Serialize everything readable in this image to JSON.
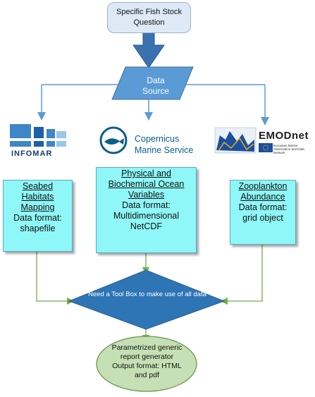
{
  "start": {
    "line1": "Specific Fish Stock",
    "line2": "Question"
  },
  "source": {
    "line1": "Data",
    "line2": "Source"
  },
  "logos": {
    "infomar": {
      "text": "INFOMAR",
      "colors": [
        "#3d86c7",
        "#1f5ea8",
        "#163d77"
      ]
    },
    "copernicus": {
      "line1": "Copernicus",
      "line2": "Marine Service",
      "color": "#0a5f8c"
    },
    "emodnet": {
      "title": "EMODnet",
      "subtitle": "European Marine Observation and Data Network",
      "color": "#1b4fa0"
    }
  },
  "boxes": [
    {
      "title": [
        "Seabed",
        "Habitats",
        "Mapping"
      ],
      "format": [
        "Data format:",
        "shapefile"
      ]
    },
    {
      "title": [
        "Physical and",
        "Biochemical Ocean",
        "Variables"
      ],
      "format": [
        "Data format:",
        "Multidimensional",
        "NetCDF"
      ]
    },
    {
      "title": [
        "Zooplankton",
        "Abundance"
      ],
      "format": [
        "Data format:",
        "grid object"
      ]
    }
  ],
  "toolbox": {
    "text": "Need a Tool Box to make use of all data"
  },
  "output": {
    "lines": [
      "Parametrized generic",
      "report generator",
      "Output format: HTML",
      "and pdf"
    ]
  },
  "colors": {
    "start_fill": "#dde9f5",
    "parallelogram": "#5b9bd5",
    "arrow_blue": "#5b9bd5",
    "cyan_box": "#8ff7f7",
    "diamond": "#2e75b6",
    "green_line": "#70ad47",
    "ellipse_fill": "#c5e0b4"
  }
}
